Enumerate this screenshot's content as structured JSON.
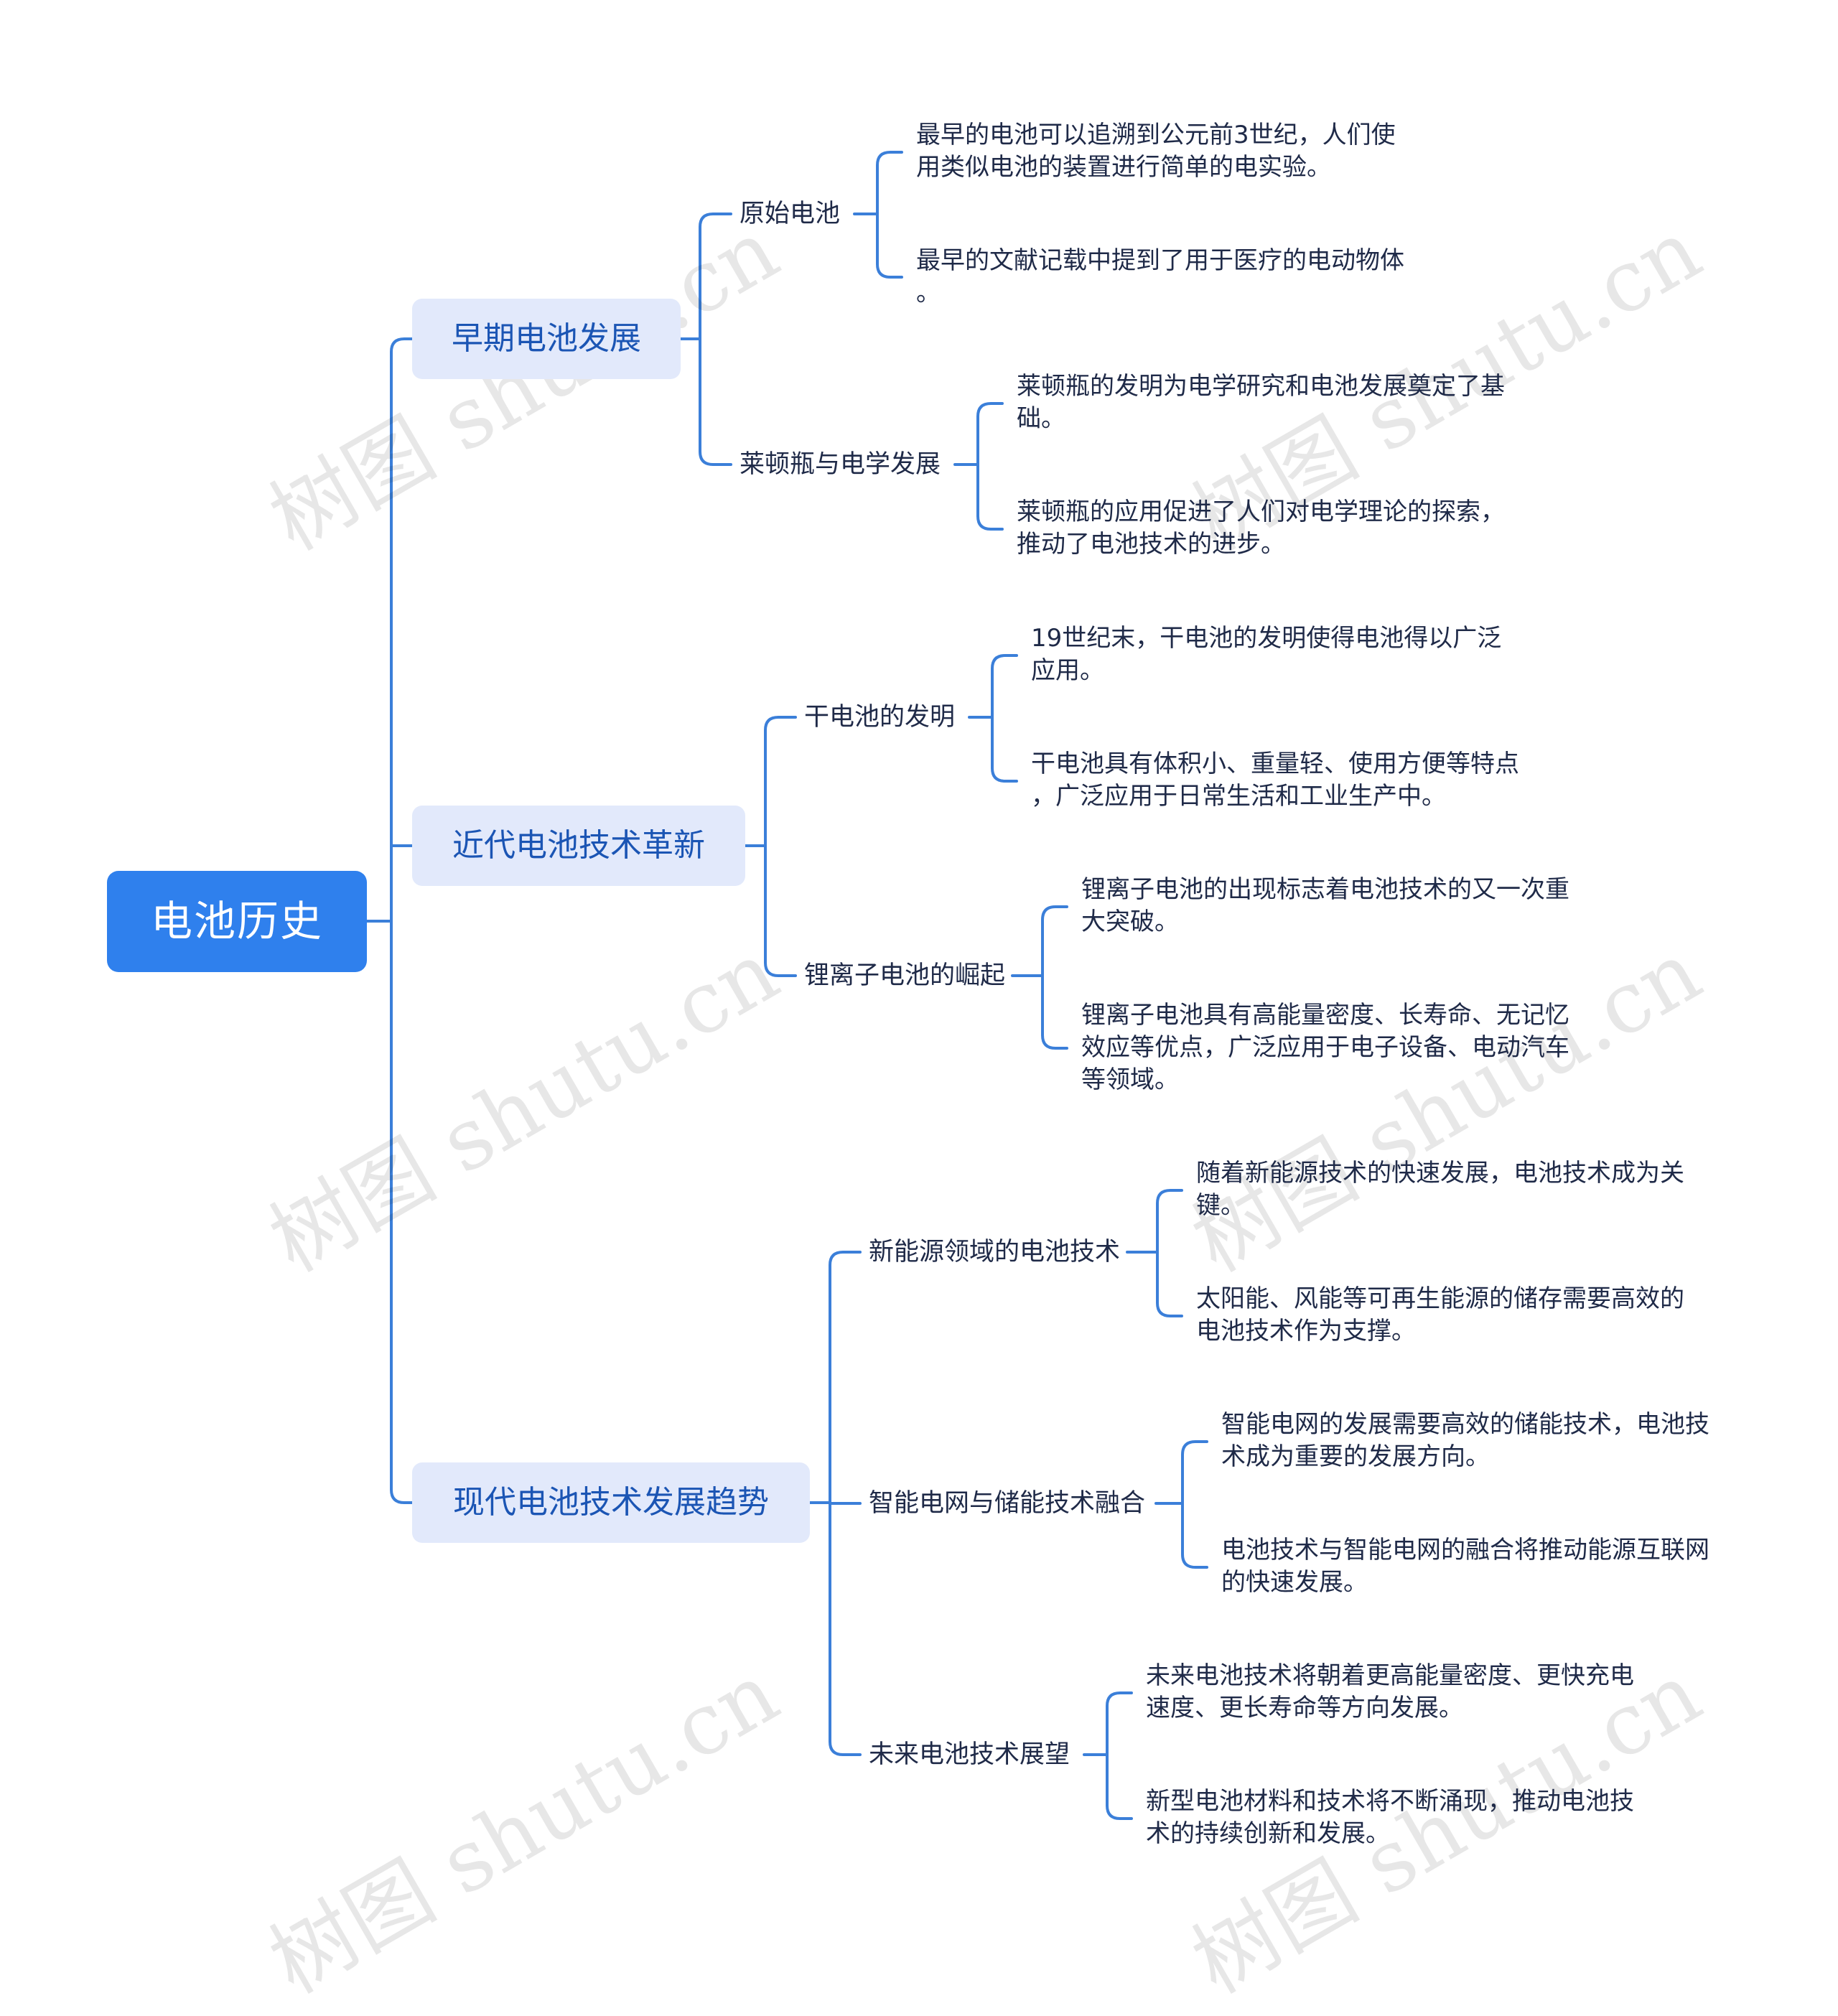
{
  "root": {
    "label": "电池历史"
  },
  "branches": [
    {
      "label": "早期电池发展",
      "children": [
        {
          "label": "原始电池",
          "leaves": [
            "最早的电池可以追溯到公元前3世纪，人们使\n用类似电池的装置进行简单的电实验。",
            "最早的文献记载中提到了用于医疗的电动物体\n。"
          ]
        },
        {
          "label": "莱顿瓶与电学发展",
          "leaves": [
            "莱顿瓶的发明为电学研究和电池发展奠定了基\n础。",
            "莱顿瓶的应用促进了人们对电学理论的探索，\n推动了电池技术的进步。"
          ]
        }
      ]
    },
    {
      "label": "近代电池技术革新",
      "children": [
        {
          "label": "干电池的发明",
          "leaves": [
            "19世纪末，干电池的发明使得电池得以广泛\n应用。",
            "干电池具有体积小、重量轻、使用方便等特点\n，广泛应用于日常生活和工业生产中。"
          ]
        },
        {
          "label": "锂离子电池的崛起",
          "leaves": [
            "锂离子电池的出现标志着电池技术的又一次重\n大突破。",
            "锂离子电池具有高能量密度、长寿命、无记忆\n效应等优点，广泛应用于电子设备、电动汽车\n等领域。"
          ]
        }
      ]
    },
    {
      "label": "现代电池技术发展趋势",
      "children": [
        {
          "label": "新能源领域的电池技术",
          "leaves": [
            "随着新能源技术的快速发展，电池技术成为关\n键。",
            "太阳能、风能等可再生能源的储存需要高效的\n电池技术作为支撑。"
          ]
        },
        {
          "label": "智能电网与储能技术融合",
          "leaves": [
            "智能电网的发展需要高效的储能技术，电池技\n术成为重要的发展方向。",
            "电池技术与智能电网的融合将推动能源互联网\n的快速发展。"
          ]
        },
        {
          "label": "未来电池技术展望",
          "leaves": [
            "未来电池技术将朝着更高能量密度、更快充电\n速度、更长寿命等方向发展。",
            "新型电池材料和技术将不断涌现，推动电池技\n术的持续创新和发展。"
          ]
        }
      ]
    }
  ],
  "watermark": "树图 shutu.cn",
  "colors": {
    "root_bg": "#2f80ed",
    "branch_bg": "#e2e9fb",
    "branch_text": "#1b55b4",
    "connector": "#3b7fd9",
    "text": "#1f2a48"
  }
}
